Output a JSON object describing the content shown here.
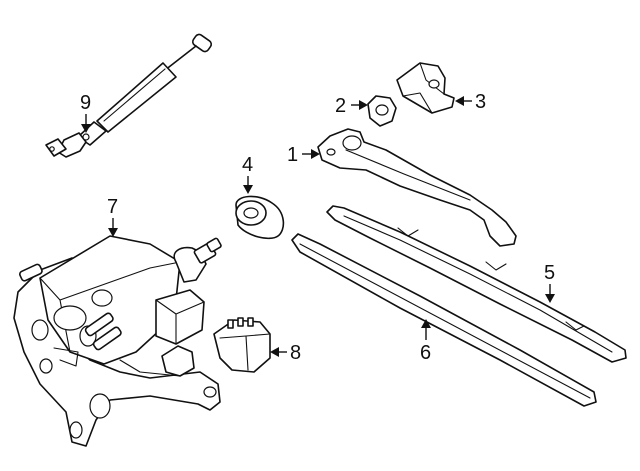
{
  "diagram": {
    "background": "#ffffff",
    "line_color": "#111111",
    "callouts": [
      {
        "label": "1"
      },
      {
        "label": "2"
      },
      {
        "label": "3"
      },
      {
        "label": "4"
      },
      {
        "label": "5"
      },
      {
        "label": "6"
      },
      {
        "label": "7"
      },
      {
        "label": "8"
      },
      {
        "label": "9"
      }
    ]
  }
}
